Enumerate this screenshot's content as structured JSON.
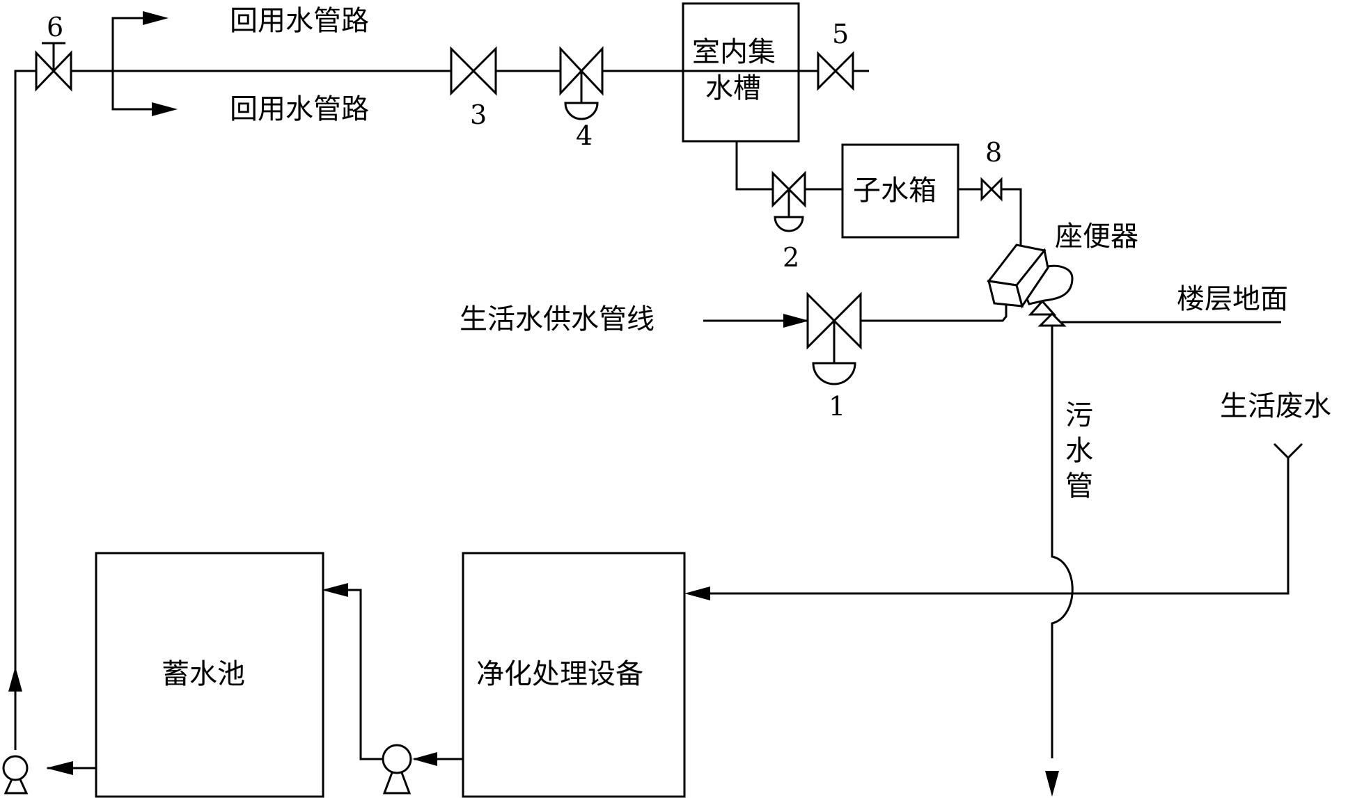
{
  "labels": {
    "reuse_pipe_top": "回用水管路",
    "reuse_pipe_bottom": "回用水管路",
    "indoor_tank": [
      "室内集",
      "水槽"
    ],
    "sub_tank": "子水箱",
    "toilet": "座便器",
    "floor": "楼层地面",
    "domestic_supply": "生活水供水管线",
    "sewage_pipe": [
      "污",
      "水",
      "管"
    ],
    "domestic_wastewater": "生活废水",
    "reservoir": "蓄水池",
    "purifier": "净化处理设备"
  },
  "valves": {
    "v1": "1",
    "v2": "2",
    "v3": "3",
    "v4": "4",
    "v5": "5",
    "v6": "6",
    "v8": "8"
  }
}
